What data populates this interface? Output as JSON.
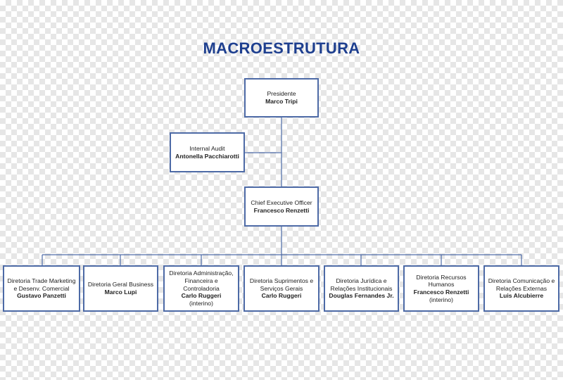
{
  "title": "MACROESTRUTURA",
  "colors": {
    "title": "#1e3f8f",
    "border": "#4d6aa6",
    "line": "#4d6aa6"
  },
  "nodes": {
    "presidente": {
      "role": "Presidente",
      "person": "Marco Tripi"
    },
    "audit": {
      "role": "Internal Audit",
      "person": "Antonella Pacchiarotti"
    },
    "ceo": {
      "role": "Chief Executive Officer",
      "person": "Francesco Renzetti"
    },
    "trade": {
      "role": "Diretoria Trade Marketing e Desenv. Comercial",
      "person": "Gustavo Panzetti"
    },
    "business": {
      "role": "Diretoria Geral Business",
      "person": "Marco Lupi"
    },
    "admin": {
      "role": "Diretoria Administração, Financeira e Controladoria",
      "person": "Carlo Ruggeri",
      "note": "(interino)"
    },
    "suprimentos": {
      "role": "Diretoria Suprimentos e Serviços Gerais",
      "person": "Carlo Ruggeri"
    },
    "juridica": {
      "role": "Diretoria Jurídica e Relações Institucionais",
      "person": "Douglas Fernandes Jr."
    },
    "rh": {
      "role": "Diretoria Recursos Humanos",
      "person": "Francesco Renzetti",
      "note": "(interino)"
    },
    "comunicacao": {
      "role": "Diretoria Comunicação e Relações Externas",
      "person": "Luis Alcubierre"
    }
  }
}
